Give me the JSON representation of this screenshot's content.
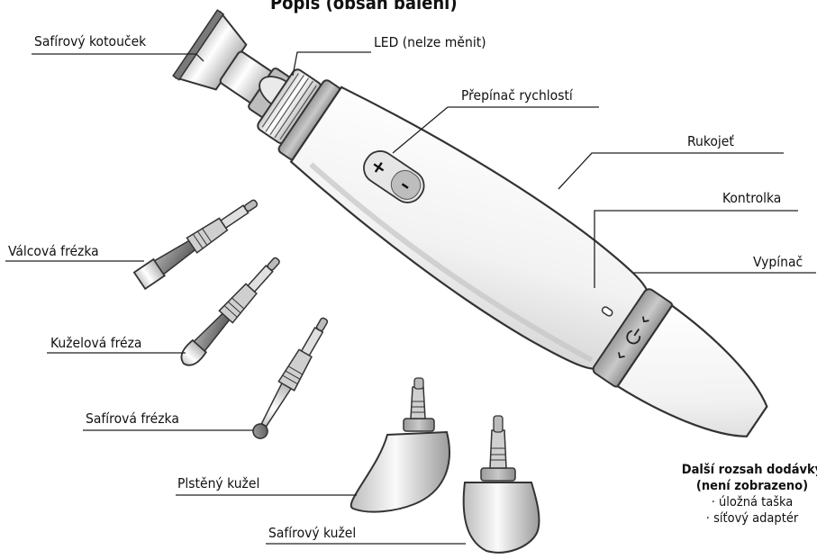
{
  "header": {
    "title": "Popis (obsah balení)"
  },
  "labels": {
    "safirovy_kotoucek": "Safírový kotouček",
    "led": "LED (nelze měnit)",
    "prepinac": "Přepínač rychlostí",
    "rukojet": "Rukojeť",
    "kontrolka": "Kontrolka",
    "vypinac": "Vypínač",
    "valcova_frezka": "Válcová frézka",
    "kuzelova_freza": "Kuželová fréza",
    "safirova_frezka": "Safírová frézka",
    "plsteny_kuzel": "Plstěný kužel",
    "safirovy_kuzel": "Safírový kužel"
  },
  "speed_switch": {
    "plus": "+",
    "minus": "–"
  },
  "extras": {
    "title_line1": "Další rozsah dodávky",
    "title_line2": "(není zobrazeno)",
    "items": [
      "· úložná taška",
      "· síťový adaptér"
    ]
  }
}
